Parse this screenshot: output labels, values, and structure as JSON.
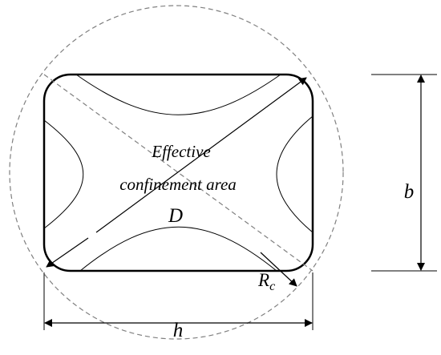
{
  "labels": {
    "area_line1": "Effective",
    "area_line2": "confinement area",
    "diameter": "D",
    "radius_main": "R",
    "radius_sub": "c",
    "width": "h",
    "height": "b"
  },
  "colors": {
    "stroke": "#000000",
    "dashed": "#808080",
    "background": "#ffffff"
  }
}
